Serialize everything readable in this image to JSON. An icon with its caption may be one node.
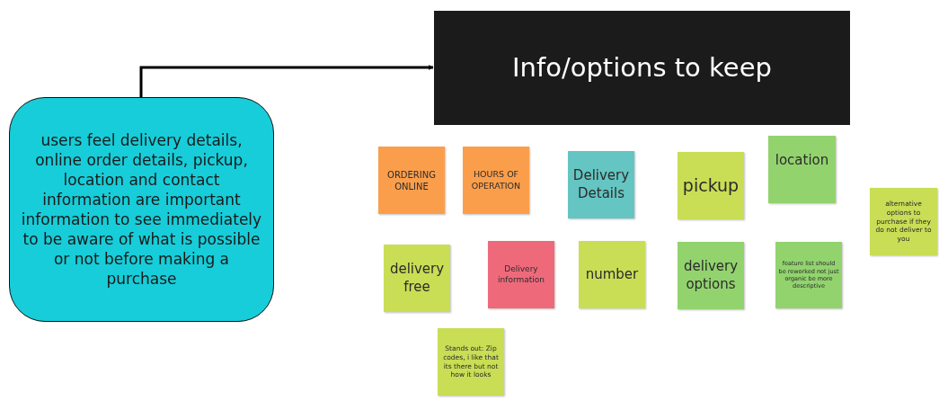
{
  "diagram": {
    "nodes": [
      {
        "text": [
          "users feel delivery details, online order details, pickup, location and contact information are important information to see immediately to be aware of what is possible or not before making a purchase"
        ]
      },
      {
        "text": [
          "Info/options to keep"
        ]
      },
      {
        "text": [
          "ORDERING ONLINE"
        ]
      },
      {
        "text": [
          "HOURS OF OPERATION"
        ]
      },
      {
        "text": [
          "Delivery Details"
        ]
      },
      {
        "text": [
          "pickup"
        ]
      },
      {
        "text": [
          "location"
        ]
      },
      {
        "text": [
          "alternative options to purchase if they do not deliver to you"
        ]
      },
      {
        "text": [
          "delivery free"
        ]
      },
      {
        "text": [
          "Delivery information"
        ]
      },
      {
        "text": [
          "number"
        ]
      },
      {
        "text": [
          "delivery options"
        ]
      },
      {
        "text": [
          "feature list should be reworked not just organic be more descriptive"
        ]
      },
      {
        "text": [
          "Stands out: Zip codes, i like that its there but not how it looks"
        ]
      }
    ],
    "edges": [
      {
        "from": 0,
        "to": 1,
        "arrow": "to"
      }
    ]
  }
}
